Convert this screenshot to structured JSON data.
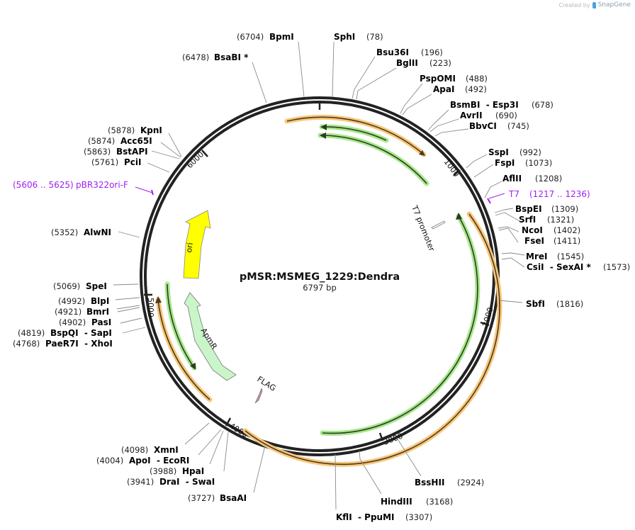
{
  "credit": {
    "prefix": "Created by",
    "brand": "SnapGene"
  },
  "plasmid": {
    "name": "pMSR:MSMEG_1229:Dendra",
    "length_label": "6797 bp",
    "length_bp": 6797
  },
  "ticks": [
    "1000",
    "2000",
    "3000",
    "4000",
    "5000",
    "6000"
  ],
  "features": {
    "ori": "ori",
    "apmr": "ApmR",
    "t7_promoter": "T7 promoter",
    "flag": "FLAG"
  },
  "primers": [
    {
      "name": "T7",
      "range": "(1217 .. 1236)"
    },
    {
      "name": "pBR322ori-F",
      "range": "(5606 .. 5625)"
    }
  ],
  "sites": [
    {
      "name": "BpmI",
      "pos": "(6704)"
    },
    {
      "name": "SphI",
      "pos": "(78)"
    },
    {
      "name": "BsaBI *",
      "pos": "(6478)"
    },
    {
      "name": "Bsu36I",
      "pos": "(196)"
    },
    {
      "name": "BglII",
      "pos": "(223)"
    },
    {
      "name": "PspOMI",
      "pos": "(488)"
    },
    {
      "name": "ApaI",
      "pos": "(492)"
    },
    {
      "name": "BsmBI  - Esp3I",
      "pos": "(678)"
    },
    {
      "name": "AvrII",
      "pos": "(690)"
    },
    {
      "name": "BbvCI",
      "pos": "(745)"
    },
    {
      "name": "SspI",
      "pos": "(992)"
    },
    {
      "name": "FspI",
      "pos": "(1073)"
    },
    {
      "name": "AflII",
      "pos": "(1208)"
    },
    {
      "name": "BspEI",
      "pos": "(1309)"
    },
    {
      "name": "SrfI",
      "pos": "(1321)"
    },
    {
      "name": "NcoI",
      "pos": "(1402)"
    },
    {
      "name": "FseI",
      "pos": "(1411)"
    },
    {
      "name": "MreI",
      "pos": "(1545)"
    },
    {
      "name": "CsiI  - SexAI *",
      "pos": "(1573)"
    },
    {
      "name": "SbfI",
      "pos": "(1816)"
    },
    {
      "name": "BssHII",
      "pos": "(2924)"
    },
    {
      "name": "HindIII",
      "pos": "(3168)"
    },
    {
      "name": "KflI  - PpuMI",
      "pos": "(3307)"
    },
    {
      "name": "BsaAI",
      "pos": "(3727)"
    },
    {
      "name": "DraI  - SwaI",
      "pos": "(3941)"
    },
    {
      "name": "HpaI",
      "pos": "(3988)"
    },
    {
      "name": "ApoI  - EcoRI",
      "pos": "(4004)"
    },
    {
      "name": "XmnI",
      "pos": "(4098)"
    },
    {
      "name": "PaeR7I  - XhoI",
      "pos": "(4768)"
    },
    {
      "name": "BspQI  - SapI",
      "pos": "(4819)"
    },
    {
      "name": "PasI",
      "pos": "(4902)"
    },
    {
      "name": "BmrI",
      "pos": "(4921)"
    },
    {
      "name": "BlpI",
      "pos": "(4992)"
    },
    {
      "name": "SpeI",
      "pos": "(5069)"
    },
    {
      "name": "AlwNI",
      "pos": "(5352)"
    },
    {
      "name": "PciI",
      "pos": "(5761)"
    },
    {
      "name": "BstAPI",
      "pos": "(5863)"
    },
    {
      "name": "Acc65I",
      "pos": "(5874)"
    },
    {
      "name": "KpnI",
      "pos": "(5878)"
    }
  ],
  "colors": {
    "backbone": "#222222",
    "orf_orange": "#f9c77a",
    "orf_green": "#a6e88a",
    "ori_yellow": "#ffff00",
    "apmr_green": "#c9f5c9",
    "flag_pink": "#c88aa8",
    "primer_purple": "#a020f0"
  }
}
